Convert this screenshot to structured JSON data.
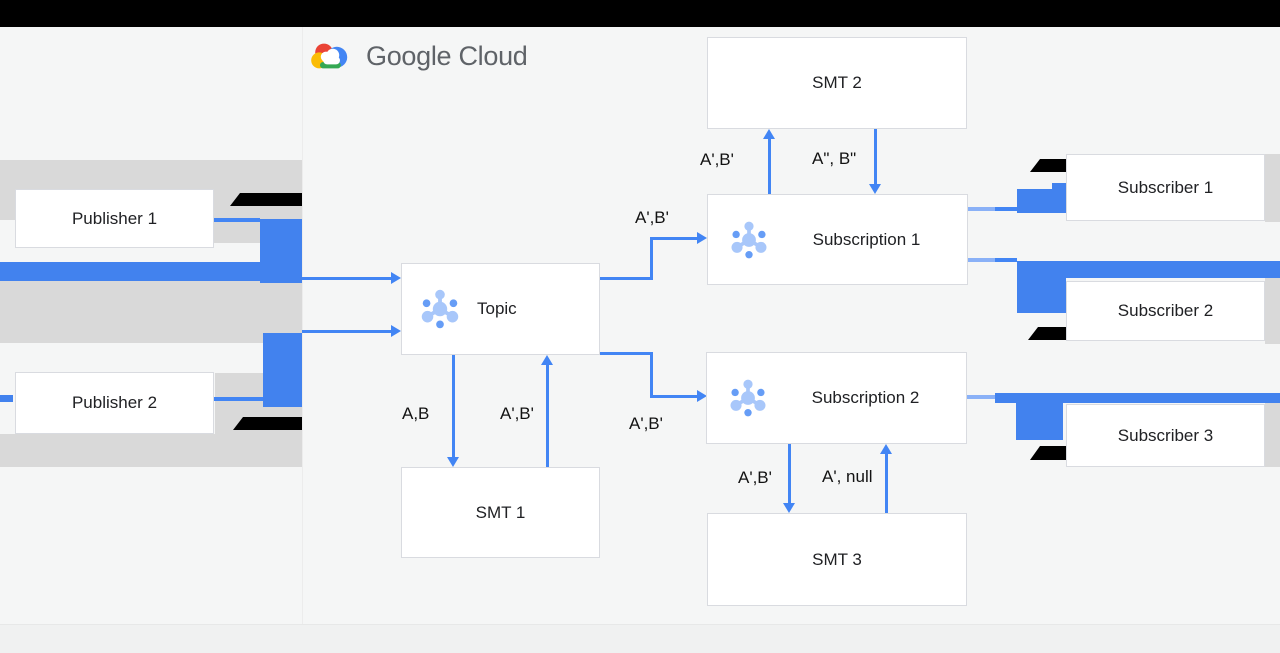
{
  "logo": {
    "text": "Google Cloud"
  },
  "nodes": {
    "publisher1": {
      "label": "Publisher 1"
    },
    "publisher2": {
      "label": "Publisher 2"
    },
    "topic": {
      "label": "Topic"
    },
    "smt1": {
      "label": "SMT 1"
    },
    "smt2": {
      "label": "SMT 2"
    },
    "smt3": {
      "label": "SMT 3"
    },
    "subscription1": {
      "label": "Subscription 1"
    },
    "subscription2": {
      "label": "Subscription 2"
    },
    "subscriber1": {
      "label": "Subscriber 1"
    },
    "subscriber2": {
      "label": "Subscriber 2"
    },
    "subscriber3": {
      "label": "Subscriber 3"
    }
  },
  "edge_labels": {
    "topic_to_sub1": "A',B'",
    "topic_to_sub2": "A',B'",
    "topic_to_smt1": "A,B",
    "smt1_to_topic": "A',B'",
    "sub1_to_smt2": "A',B'",
    "smt2_to_sub1": "A\", B\"",
    "sub2_to_smt3": "A',B'",
    "smt3_to_sub2": "A', null"
  },
  "colors": {
    "arrow_blue": "#4285f4",
    "overlay_blue": "#4282ee",
    "band_gray": "#d9d9d9",
    "redaction_black": "#000000",
    "logo_text_gray": "#5f6368"
  }
}
